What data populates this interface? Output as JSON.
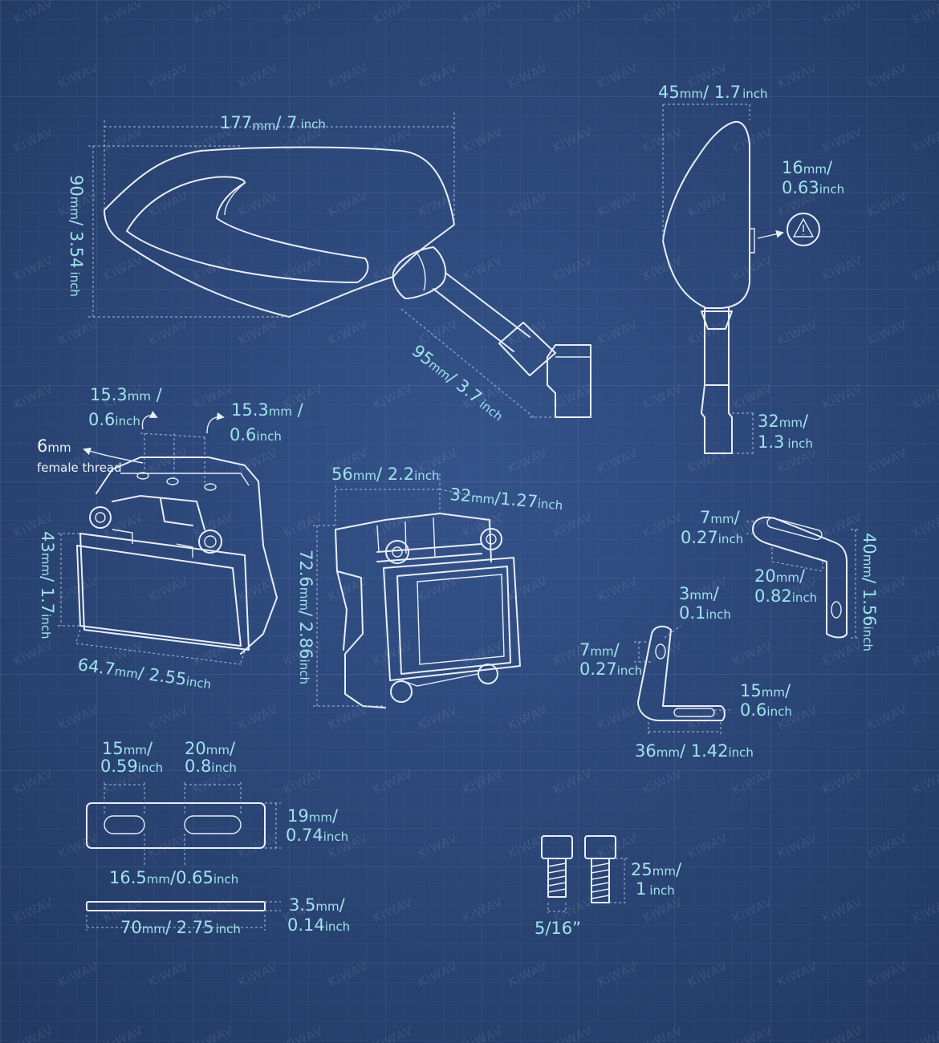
{
  "watermark": "KiWAV",
  "mirror": {
    "width": "177",
    "width_unit": "mm",
    "width_in": "7",
    "width_in_unit": "inch",
    "height": "90",
    "height_unit": "mm",
    "height_in": "3.54",
    "height_in_unit": "inch",
    "stem": "95",
    "stem_unit": "mm",
    "stem_in": "3.7",
    "stem_in_unit": "inch"
  },
  "side_view": {
    "depth": "45",
    "depth_unit": "mm",
    "depth_in": "1.7",
    "depth_in_unit": "inch",
    "button": "16",
    "button_unit": "mm",
    "button_in": "0.63",
    "button_in_unit": "inch",
    "base": "32",
    "base_unit": "mm",
    "base_in": "1.3",
    "base_in_unit": "inch"
  },
  "clamp_left": {
    "hole_a": "15.3",
    "hole_a_unit": "mm",
    "hole_a_in": "0.6",
    "hole_a_in_unit": "inch",
    "hole_b": "15.3",
    "hole_b_unit": "mm",
    "hole_b_in": "0.6",
    "hole_b_in_unit": "inch",
    "thread": "6",
    "thread_unit": "mm",
    "thread_label": "female thread",
    "height": "43",
    "height_unit": "mm",
    "height_in": "1.7",
    "height_in_unit": "inch",
    "width": "64.7",
    "width_unit": "mm",
    "width_in": "2.55",
    "width_in_unit": "inch"
  },
  "clamp_right": {
    "width": "56",
    "width_unit": "mm",
    "width_in": "2.2",
    "width_in_unit": "inch",
    "top": "32",
    "top_unit": "mm",
    "top_in": "1.27",
    "top_in_unit": "inch",
    "height": "72.6",
    "height_unit": "mm",
    "height_in": "2.86",
    "height_in_unit": "inch"
  },
  "bracket_top": {
    "slot": "7",
    "slot_unit": "mm",
    "slot_in": "0.27",
    "slot_in_unit": "inch",
    "length": "20",
    "length_unit": "mm",
    "length_in": "0.82",
    "length_in_unit": "inch",
    "height": "40",
    "height_unit": "mm",
    "height_in": "1.56",
    "height_in_unit": "inch"
  },
  "bracket_l": {
    "thick": "3",
    "thick_unit": "mm",
    "thick_in": "0.1",
    "thick_in_unit": "inch",
    "hole": "7",
    "hole_unit": "mm",
    "hole_in": "0.27",
    "hole_in_unit": "inch",
    "slot": "15",
    "slot_unit": "mm",
    "slot_in": "0.6",
    "slot_in_unit": "inch",
    "length": "36",
    "length_unit": "mm",
    "length_in": "1.42",
    "length_in_unit": "inch"
  },
  "plate": {
    "slot_a": "15",
    "slot_a_unit": "mm",
    "slot_a_in": "0.59",
    "slot_a_in_unit": "inch",
    "slot_b": "20",
    "slot_b_unit": "mm",
    "slot_b_in": "0.8",
    "slot_b_in_unit": "inch",
    "height": "19",
    "height_unit": "mm",
    "height_in": "0.74",
    "height_in_unit": "inch",
    "gap": "16.5",
    "gap_unit": "mm",
    "gap_in": "0.65",
    "gap_in_unit": "inch",
    "thick": "3.5",
    "thick_unit": "mm",
    "thick_in": "0.14",
    "thick_in_unit": "inch",
    "length": "70",
    "length_unit": "mm",
    "length_in": "2.75",
    "length_in_unit": "inch"
  },
  "bolts": {
    "length": "25",
    "length_unit": "mm",
    "length_in": "1",
    "length_in_unit": "inch",
    "diameter": "5/16”"
  }
}
